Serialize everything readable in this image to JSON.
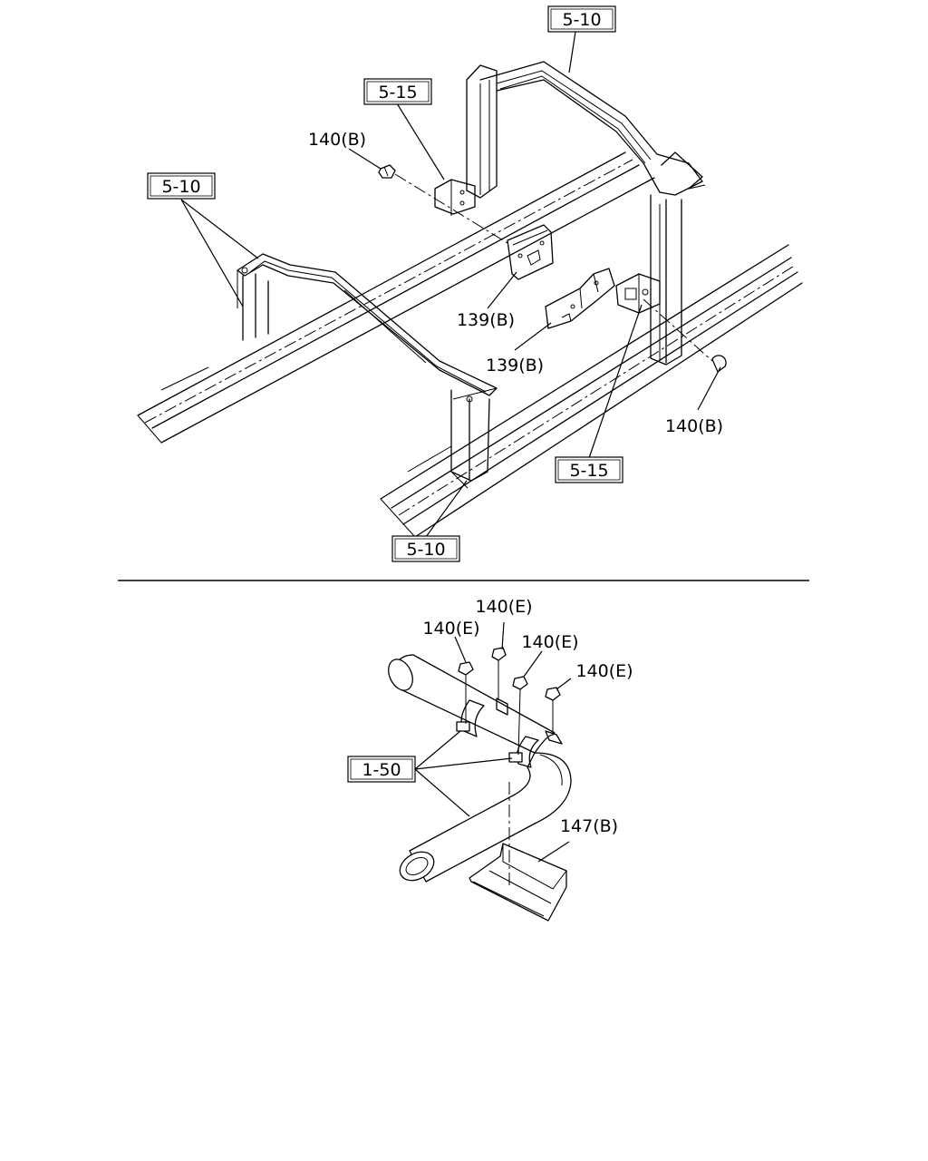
{
  "callouts": {
    "ref_5_10_top": "5-10",
    "ref_5_15_top": "5-15",
    "ref_5_10_left": "5-10",
    "ref_5_15_bottom": "5-15",
    "ref_5_10_bottom": "5-10",
    "ref_1_50": "1-50",
    "bolt_140b_upper": "140(B)",
    "bolt_140b_lower": "140(B)",
    "plate_139b_upper": "139(B)",
    "plate_139b_lower": "139(B)",
    "bolt_140e_1": "140(E)",
    "bolt_140e_2": "140(E)",
    "bolt_140e_3": "140(E)",
    "bolt_140e_4": "140(E)",
    "shield_147b": "147(B)"
  }
}
